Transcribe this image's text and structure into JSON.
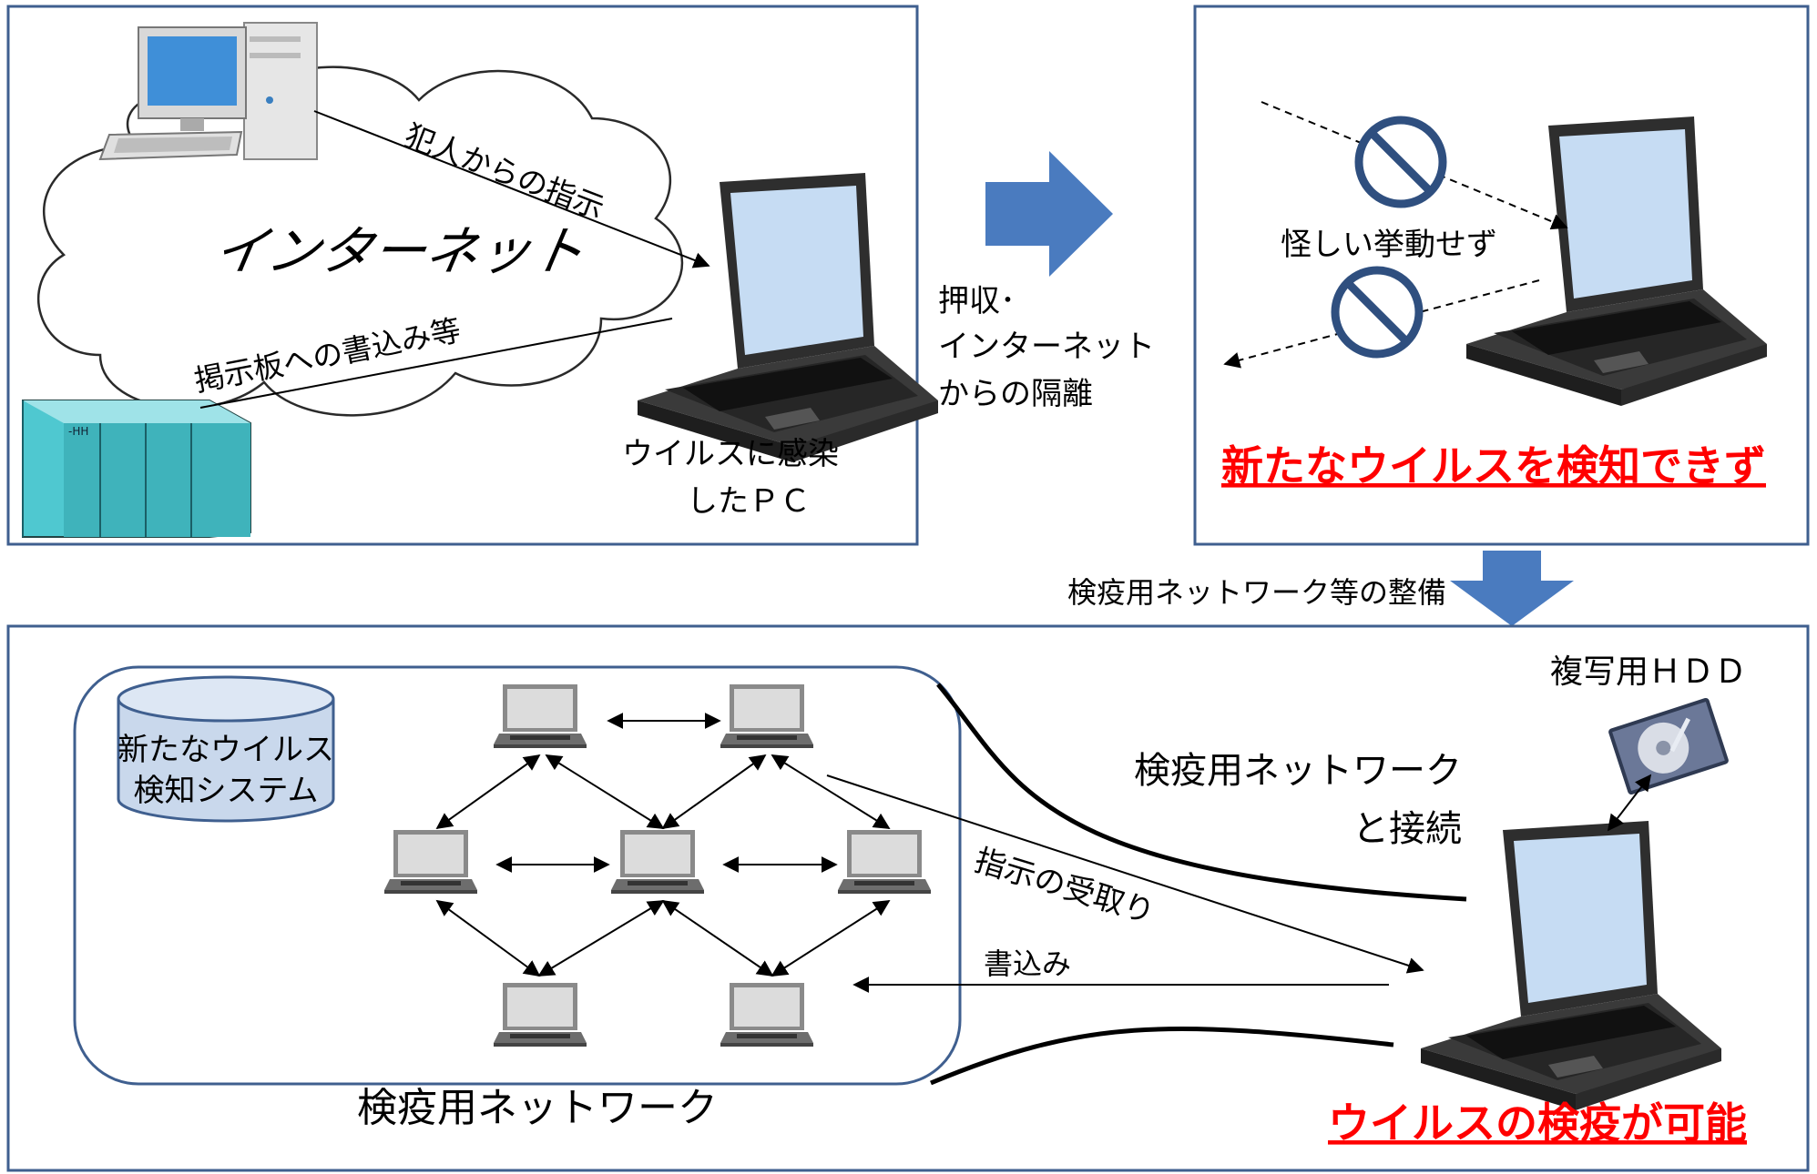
{
  "panel_internet": {
    "cloud_label": "インターネット",
    "instruction_label": "犯人からの指示",
    "posting_label": "掲示板への書込み等",
    "infected_pc_line1": "ウイルスに感染",
    "infected_pc_line2": "したＰＣ"
  },
  "seizure_step": {
    "line1": "押収･",
    "line2": "インターネット",
    "line3": "からの隔離"
  },
  "panel_isolated": {
    "no_suspicious_label": "怪しい挙動せず",
    "result_label": "新たなウイルスを検知できず"
  },
  "setup_step": {
    "label": "検疫用ネットワーク等の整備"
  },
  "panel_quarantine": {
    "system_line1": "新たなウイルス",
    "system_line2": "検知システム",
    "network_label": "検疫用ネットワーク",
    "connect_line1": "検疫用ネットワーク",
    "connect_line2": "と接続",
    "receive_label": "指示の受取り",
    "write_label": "書込み",
    "hdd_label": "複写用ＨＤＤ",
    "result_label": "ウイルスの検疫が可能"
  },
  "colors": {
    "panel_border": "#3f5f8f",
    "arrow_blue": "#4a7bbf",
    "result_red": "#ff0000",
    "monitor_screen": "#b9d6f2"
  }
}
